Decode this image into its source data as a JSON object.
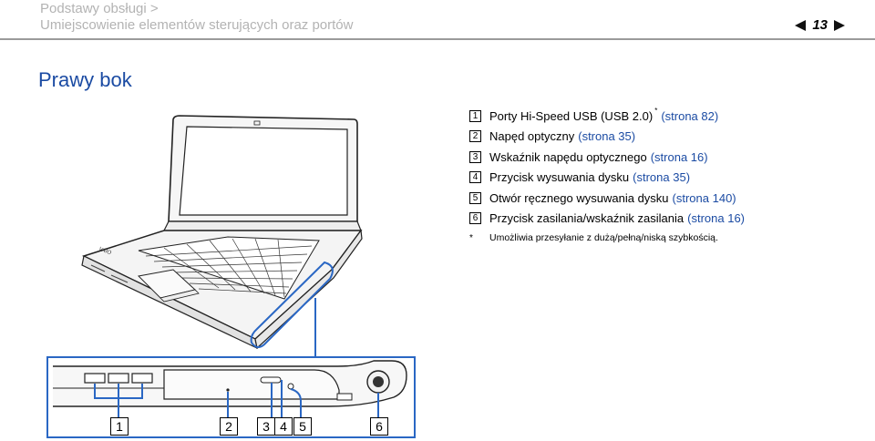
{
  "header": {
    "breadcrumb_line1": "Podstawy obsługi >",
    "breadcrumb_line2": "Umiejscowienie elementów sterujących oraz portów",
    "page_number": "13"
  },
  "section_title": "Prawy bok",
  "items": [
    {
      "marker": "1",
      "text": "Porty Hi-Speed USB (USB 2.0)",
      "sup": "*",
      "link": "(strona 82)"
    },
    {
      "marker": "2",
      "text": "Napęd optyczny",
      "sup": "",
      "link": "(strona 35)"
    },
    {
      "marker": "3",
      "text": "Wskaźnik napędu optycznego",
      "sup": "",
      "link": "(strona 16)"
    },
    {
      "marker": "4",
      "text": "Przycisk wysuwania dysku",
      "sup": "",
      "link": "(strona 35)"
    },
    {
      "marker": "5",
      "text": "Otwór ręcznego wysuwania dysku",
      "sup": "",
      "link": "(strona 140)"
    },
    {
      "marker": "6",
      "text": "Przycisk zasilania/wskaźnik zasilania",
      "sup": "",
      "link": "(strona 16)"
    }
  ],
  "footnote": {
    "marker": "*",
    "text": "Umożliwia przesyłanie z dużą/pełną/niską szybkością."
  },
  "laptop_logo": "VAIO",
  "callouts": [
    "1",
    "2",
    "3",
    "4",
    "5",
    "6"
  ],
  "colors": {
    "link": "#1b4ba3",
    "header_text": "#b3b3b3",
    "rule": "#9a9a9a",
    "highlight": "#2a67c4"
  }
}
